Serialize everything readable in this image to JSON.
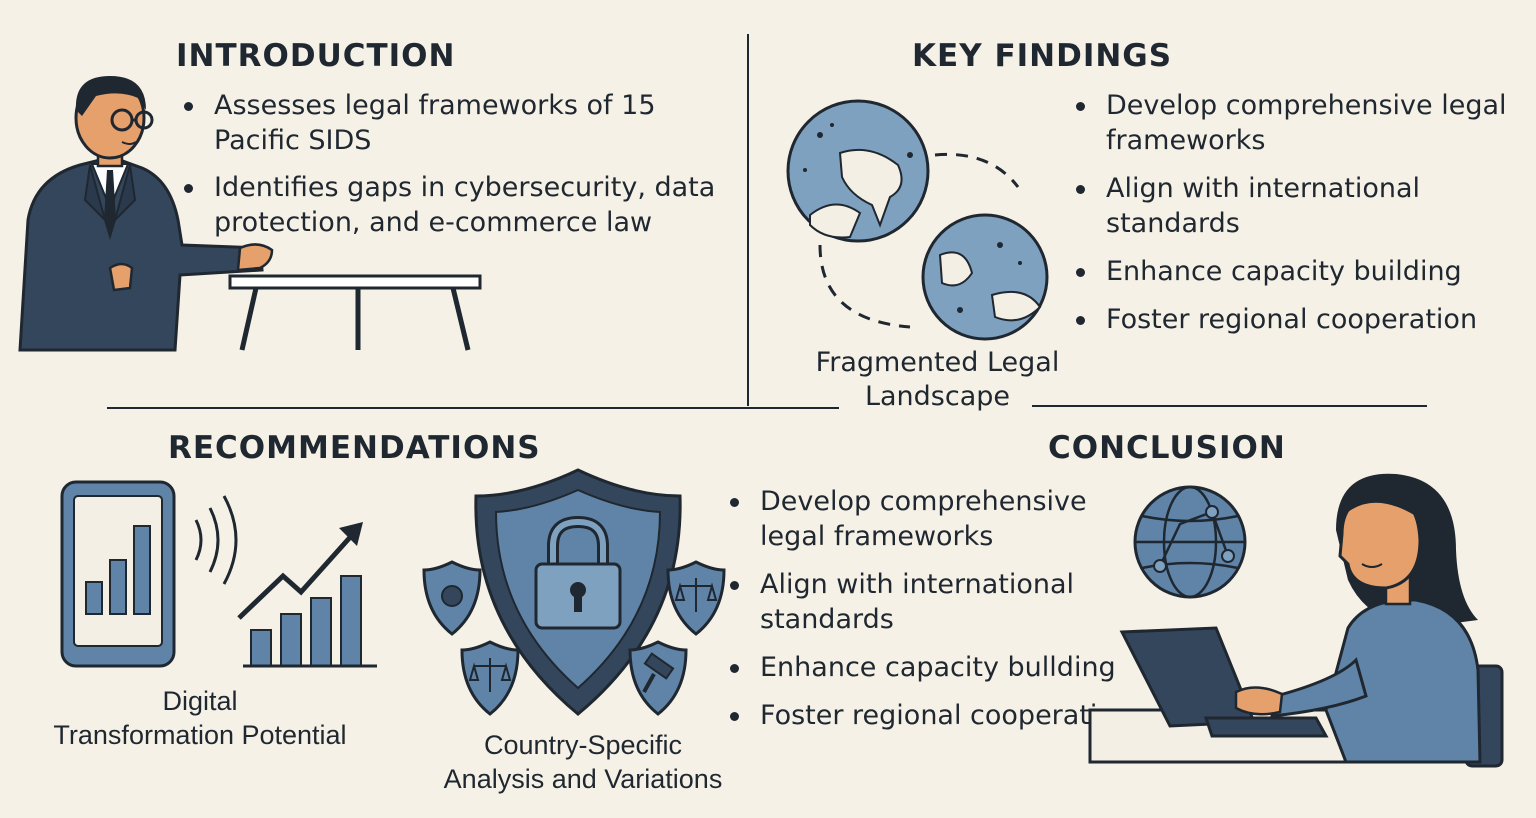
{
  "introduction": {
    "heading": "INTRODUCTION",
    "bullets": [
      "Assesses legal frameworks of 15 Pacific SIDS",
      "Identifies gaps in cybersecurity, data protection, and e-commerce law"
    ]
  },
  "key_findings": {
    "heading": "KEY FINDINGS",
    "bullets": [
      "Develop comprehensive legal frameworks",
      "Align with international standards",
      "Enhance capacity building",
      "Foster regional cooperation"
    ],
    "caption_line1": "Fragmented Legal",
    "caption_line2": "Landscape"
  },
  "recommendations": {
    "heading": "RECOMMENDATIONS",
    "digital_caption_line1": "Digital",
    "digital_caption_line2": "Transformation Potential",
    "country_caption_line1": "Country-Specific",
    "country_caption_line2": "Analysis and Variations",
    "bullets": [
      "Develop comprehensive legal frameworks",
      "Align with international standards",
      "Enhance capacity bullding",
      "Foster regional cooperation"
    ]
  },
  "conclusion": {
    "heading": "CONCLUSION"
  },
  "colors": {
    "background": "#f6f1e6",
    "navy": "#34465c",
    "blue": "#5f84a7",
    "light_blue": "#7fa1c0",
    "ink": "#1f2730",
    "skin": "#e6a06c"
  },
  "icons": [
    "presenter-figure",
    "table-icon",
    "island-map-icon",
    "smartphone-chart-icon",
    "growth-chart-icon",
    "shield-lock-icon",
    "scales-icon",
    "gavel-icon",
    "globe-network-icon",
    "woman-laptop-figure"
  ]
}
